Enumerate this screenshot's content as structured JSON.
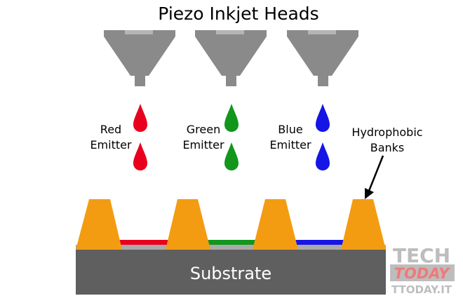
{
  "title": "Piezo Inkjet Heads",
  "labels": {
    "red": [
      "Red",
      "Emitter"
    ],
    "green": [
      "Green",
      "Emitter"
    ],
    "blue": [
      "Blue",
      "Emitter"
    ],
    "banks": [
      "Hydrophobic",
      "Banks"
    ],
    "substrate": "Substrate"
  },
  "watermark": {
    "line1": "TECH",
    "line2": "TODAY",
    "line3": "TTODAY.IT"
  },
  "colors": {
    "head": "#8a8a8a",
    "head_top": "#b5b5b5",
    "bank": "#f39c12",
    "substrate": "#5f5f5f",
    "electrode": "#aaaaaa",
    "red": "#e8001c",
    "green": "#12961c",
    "blue": "#1515e6",
    "watermark_gray": "#bdbdbd",
    "watermark_red": "#f07a78"
  }
}
